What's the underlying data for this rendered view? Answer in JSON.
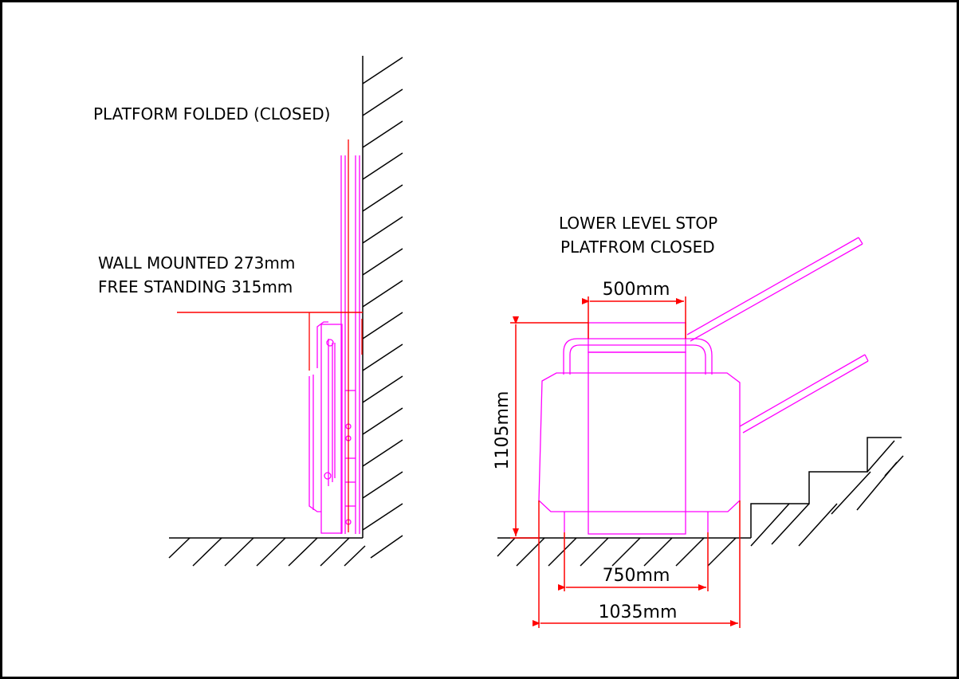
{
  "left_view": {
    "title": "PLATFORM FOLDED (CLOSED)",
    "projection_line1": "WALL MOUNTED 273mm",
    "projection_line2": "FREE STANDING 315mm"
  },
  "right_view": {
    "title_line1": "LOWER LEVEL STOP",
    "title_line2": "PLATFROM CLOSED",
    "dims": {
      "top_width": "500mm",
      "height": "1105mm",
      "inner_width": "750mm",
      "overall_width": "1035mm"
    }
  },
  "colors": {
    "outline": "#000000",
    "equipment": "#ff00ff",
    "dimension": "#ff0000"
  }
}
